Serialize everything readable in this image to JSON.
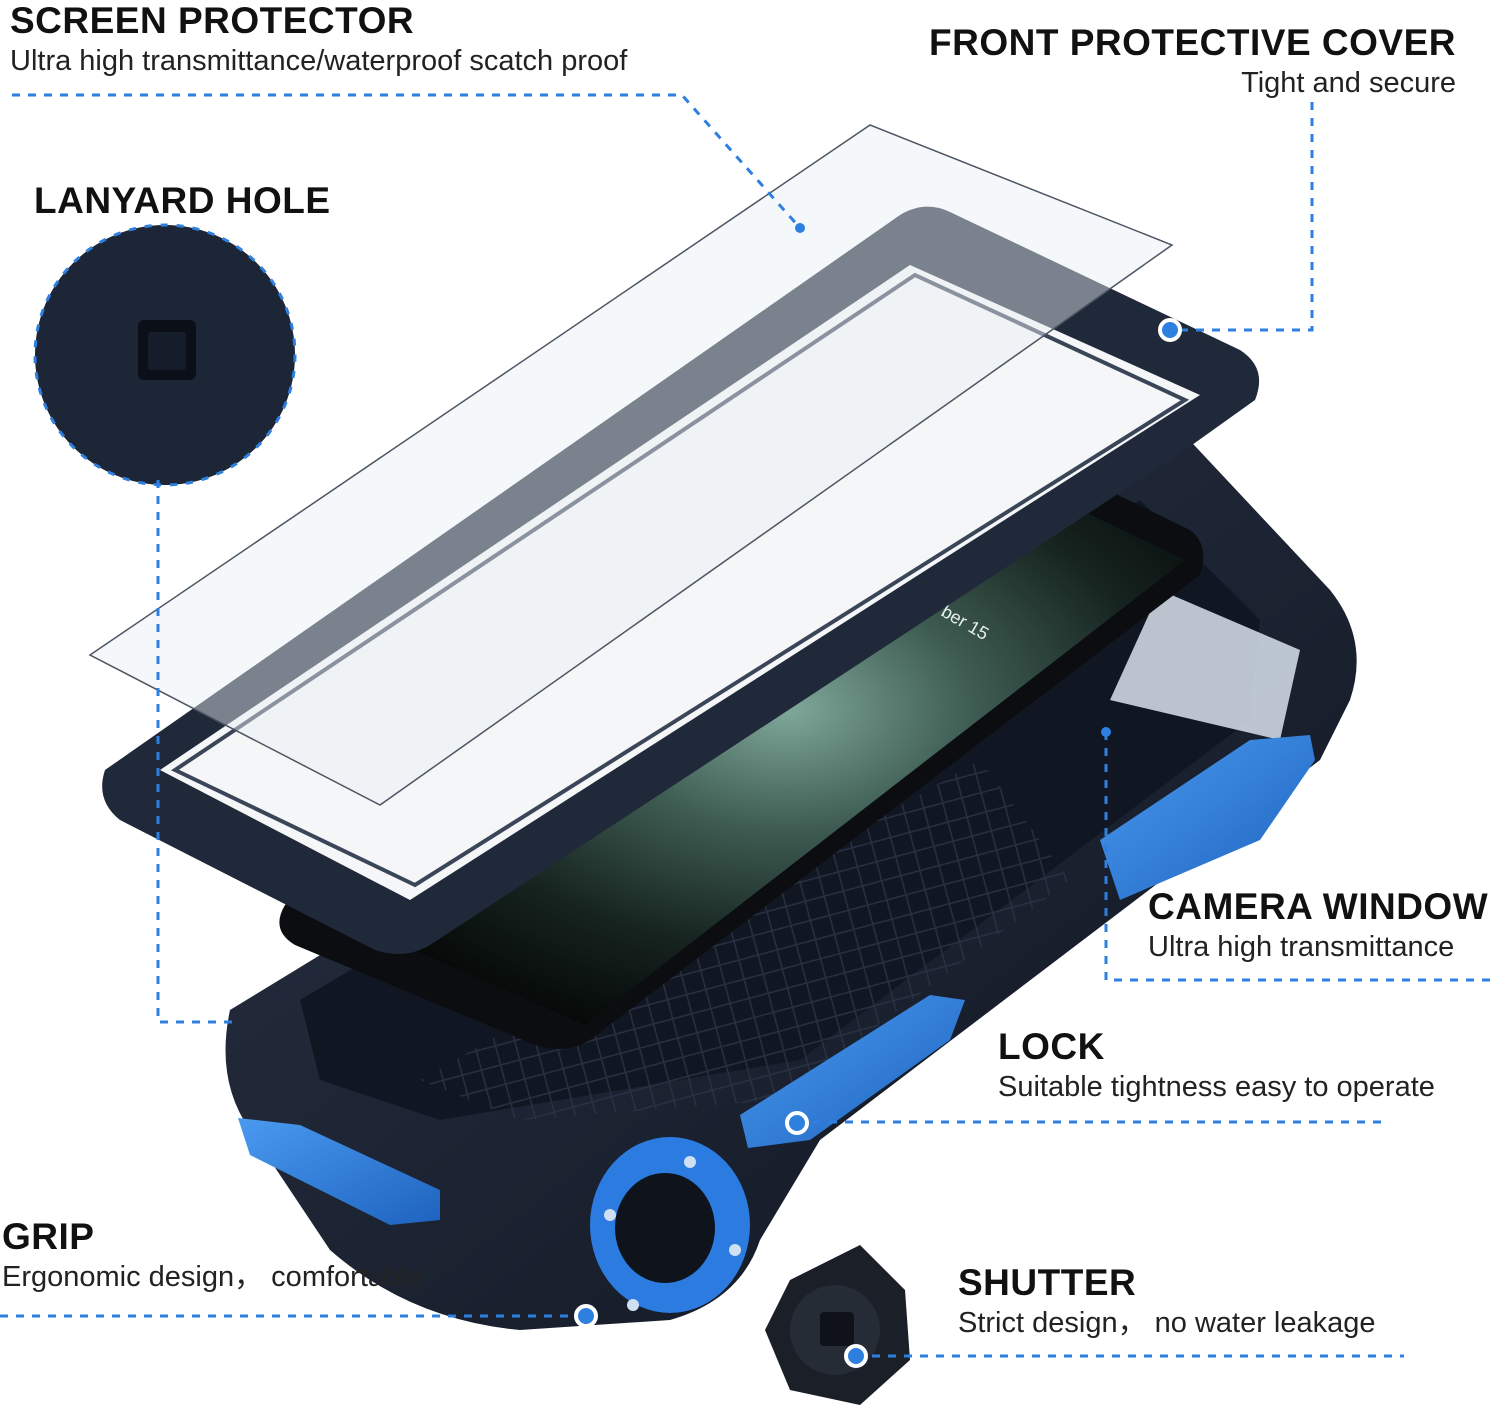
{
  "labels": {
    "screen_protector": {
      "title": "SCREEN PROTECTOR",
      "subtitle": "Ultra high transmittance/waterproof scatch proof"
    },
    "front_cover": {
      "title": "FRONT PROTECTIVE COVER",
      "subtitle": "Tight and secure"
    },
    "lanyard_hole": {
      "title": "LANYARD HOLE"
    },
    "camera_window": {
      "title": "CAMERA WINDOW",
      "subtitle": "Ultra high transmittance"
    },
    "lock": {
      "title": "LOCK",
      "subtitle": "Suitable tightness easy to operate"
    },
    "grip": {
      "title": "GRIP",
      "subtitle": "Ergonomic design， comfortable"
    },
    "shutter": {
      "title": "SHUTTER",
      "subtitle": "Strict design， no water leakage"
    }
  },
  "colors": {
    "accent_blue": "#2d7fe0",
    "case_dark": "#1b2333",
    "bumper_blue": "#2e7fd6"
  }
}
